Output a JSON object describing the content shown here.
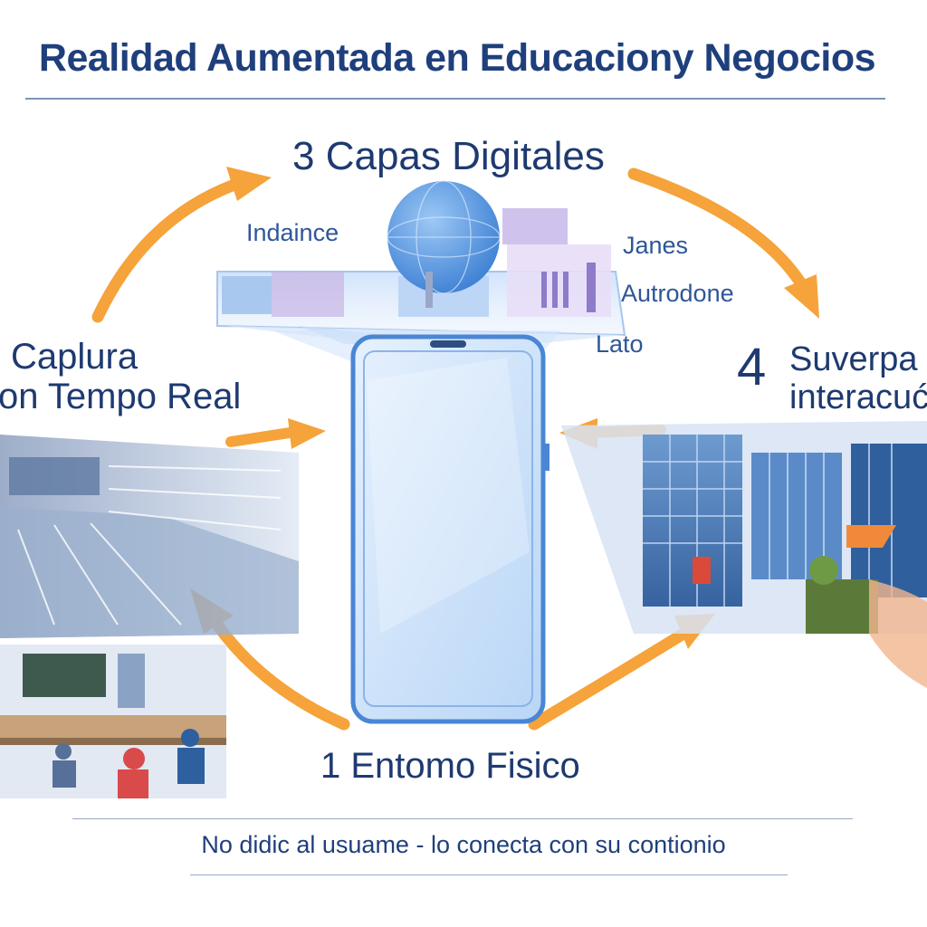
{
  "title": "Realidad Aumentada en Educaciony Negocios",
  "steps": {
    "step1": "1 Entomo Fisico",
    "step2_line1": "Caplura",
    "step2_line2": "on Tempo Real",
    "step3": "3  Capas Digitales",
    "step4_num": "4",
    "step4_line1": "Suverpa",
    "step4_line2": "interacuć"
  },
  "layer_labels": {
    "left": "Indaince",
    "right": [
      "Janes",
      "Autrodone",
      "Lato"
    ]
  },
  "footer": "No didic al usuame  -  lo conecta con su contionio",
  "colors": {
    "title": "#1f3f7c",
    "arrow": "#f5a33a",
    "phone_frame": "#4a86d4",
    "accent_blue": "#2f5697"
  }
}
